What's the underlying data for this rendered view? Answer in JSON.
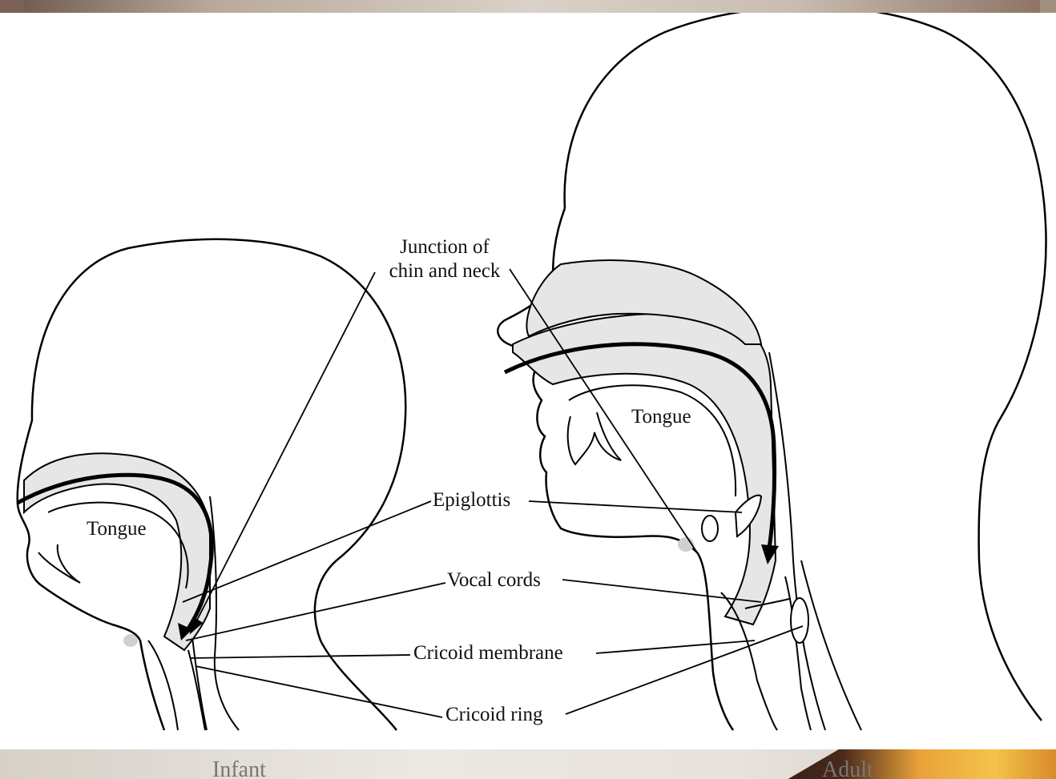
{
  "labels": {
    "junction": [
      "Junction of",
      "chin and neck"
    ],
    "epiglottis": "Epiglottis",
    "vocal_cords": "Vocal cords",
    "cricoid_membrane": "Cricoid membrane",
    "cricoid_ring": "Cricoid ring",
    "tongue_infant": "Tongue",
    "tongue_adult": "Tongue"
  },
  "captions": {
    "infant": "Infant",
    "adult": "Adult"
  },
  "colors": {
    "stroke": "#000000",
    "tissue_fill": "#e6e6e6",
    "label": "#111111"
  }
}
